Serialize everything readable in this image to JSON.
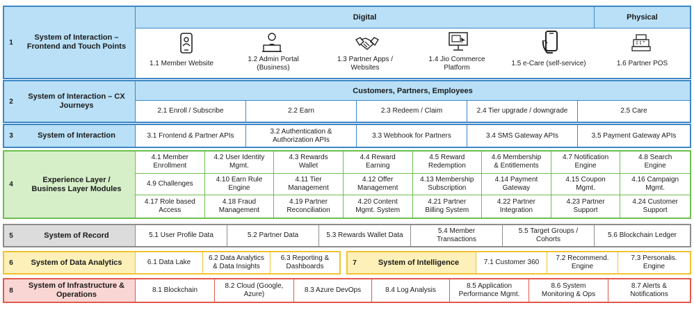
{
  "rows": [
    {
      "num": "1",
      "label": "System of Interaction –\nFrontend and Touch Points"
    },
    {
      "num": "2",
      "label": "System of Interaction – CX\nJourneys"
    },
    {
      "num": "3",
      "label": "System of Interaction"
    },
    {
      "num": "4",
      "label": "Experience Layer /\nBusiness Layer Modules"
    },
    {
      "num": "5",
      "label": "System of Record"
    },
    {
      "num": "6",
      "label": "System of Data Analytics"
    },
    {
      "num": "7",
      "label": "System of Intelligence"
    },
    {
      "num": "8",
      "label": "System of Infrastructure &\nOperations"
    }
  ],
  "headers": {
    "digital": "Digital",
    "physical": "Physical",
    "customers": "Customers, Partners, Employees"
  },
  "row1": [
    "1.1 Member Website",
    "1.2 Admin Portal\n(Business)",
    "1.3 Partner Apps /\nWebsites",
    "1.4 Jio Commerce\nPlatform",
    "1.5 e-Care (self-service)",
    "1.6 Partner POS"
  ],
  "row1_icons": [
    "mobile-icon",
    "admin-person-icon",
    "handshake-icon",
    "computer-screen-icon",
    "smartphone-hand-icon",
    "pos-terminal-icon"
  ],
  "row2": [
    "2.1 Enroll / Subscribe",
    "2.2 Earn",
    "2.3 Redeem / Claim",
    "2.4 Tier upgrade / downgrade",
    "2.5 Care"
  ],
  "row3": [
    "3.1 Frontend & Partner APIs",
    "3.2 Authentication &\nAuthorization APIs",
    "3.3 Webhook for Partners",
    "3.4 SMS Gateway APIs",
    "3.5 Payment Gateway APIs"
  ],
  "row4": [
    [
      "4.1 Member\nEnrollment",
      "4.2 User Identity\nMgmt.",
      "4.3 Rewards\nWallet",
      "4.4 Reward\nEarning",
      "4.5 Reward\nRedemption",
      "4.6 Membership\n& Entitlements",
      "4.7 Notification\nEngine",
      "4.8 Search\nEngine"
    ],
    [
      "4.9 Challenges",
      "4.10 Earn Rule\nEngine",
      "4.11 Tier\nManagement",
      "4.12 Offer\nManagement",
      "4.13 Membership\nSubscription",
      "4.14 Payment\nGateway",
      "4.15 Coupon\nMgmt.",
      "4.16 Campaign\nMgmt."
    ],
    [
      "4.17 Role based\nAccess",
      "4.18 Fraud\nManagement",
      "4.19 Partner\nReconciliation",
      "4.20 Content\nMgmt. System",
      "4.21 Partner\nBilling System",
      "4.22 Partner\nIntegration",
      "4.23 Partner\nSupport",
      "4.24 Customer\nSupport"
    ]
  ],
  "row5": [
    "5.1 User Profile Data",
    "5.2 Partner Data",
    "5.3 Rewards Wallet Data",
    "5.4 Member\nTransactions",
    "5.5 Target Groups /\nCohorts",
    "5.6 Blockchain Ledger"
  ],
  "row6": [
    "6.1 Data Lake",
    "6.2 Data Analytics\n& Data Insights",
    "6.3 Reporting &\nDashboards"
  ],
  "row7": [
    "7.1 Customer 360",
    "7.2 Recommend.\nEngine",
    "7.3 Personalis.\nEngine"
  ],
  "row8": [
    "8.1 Blockchain",
    "8.2 Cloud (Google,\nAzure)",
    "8.3 Azure DevOps",
    "8.4 Log Analysis",
    "8.5 Application\nPerformance Mgmt.",
    "8.6 System\nMonitoring & Ops",
    "8.7 Alerts &\nNotifications"
  ],
  "colors": {
    "blue": "#3d86c6",
    "green": "#6bbf4e",
    "gray": "#8c8c8c",
    "yellow": "#f2c230",
    "red": "#e2574c"
  }
}
